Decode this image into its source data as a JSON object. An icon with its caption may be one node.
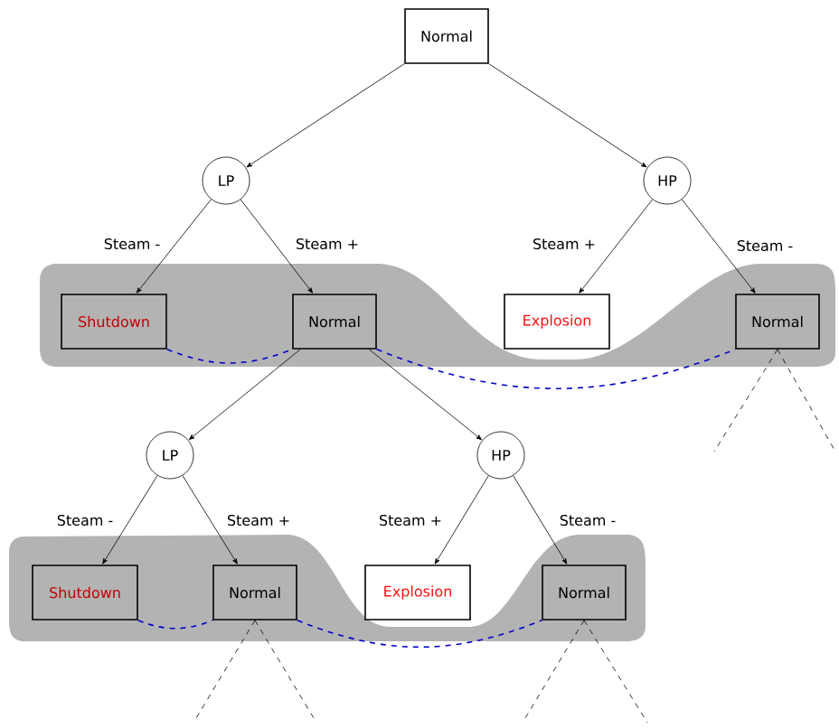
{
  "diagram": {
    "nodes": [
      {
        "text": [
          "Normal"
        ]
      },
      {
        "text": [
          "LP"
        ]
      },
      {
        "text": [
          "HP"
        ]
      },
      {
        "text": [
          "Shutdown"
        ]
      },
      {
        "text": [
          "Normal"
        ]
      },
      {
        "text": [
          "Explosion"
        ]
      },
      {
        "text": [
          "Normal"
        ]
      },
      {
        "text": [
          "LP"
        ]
      },
      {
        "text": [
          "HP"
        ]
      },
      {
        "text": [
          "Shutdown"
        ]
      },
      {
        "text": [
          "Normal"
        ]
      },
      {
        "text": [
          "Explosion"
        ]
      },
      {
        "text": [
          "Normal"
        ]
      }
    ],
    "edges": [
      {
        "from": 0,
        "to": 1,
        "arrow": "to"
      },
      {
        "from": 0,
        "to": 2,
        "arrow": "to"
      },
      {
        "from": 1,
        "to": 3,
        "arrow": "to",
        "label": "Steam -"
      },
      {
        "from": 1,
        "to": 4,
        "arrow": "to",
        "label": "Steam +"
      },
      {
        "from": 2,
        "to": 5,
        "arrow": "to",
        "label": "Steam +"
      },
      {
        "from": 2,
        "to": 6,
        "arrow": "to",
        "label": "Steam -"
      },
      {
        "from": 4,
        "to": 7,
        "arrow": "to"
      },
      {
        "from": 4,
        "to": 8,
        "arrow": "to"
      },
      {
        "from": 7,
        "to": 9,
        "arrow": "to",
        "label": "Steam -"
      },
      {
        "from": 7,
        "to": 10,
        "arrow": "to",
        "label": "Steam +"
      },
      {
        "from": 8,
        "to": 11,
        "arrow": "to",
        "label": "Steam +"
      },
      {
        "from": 8,
        "to": 12,
        "arrow": "to",
        "label": "Steam -"
      },
      {
        "from": 3,
        "to": 4,
        "arrow": "none",
        "style": "dashed",
        "color": "#0000cc"
      },
      {
        "from": 4,
        "to": 6,
        "arrow": "none",
        "style": "dashed",
        "color": "#0000cc"
      },
      {
        "from": 9,
        "to": 10,
        "arrow": "none",
        "style": "dashed",
        "color": "#0000cc"
      },
      {
        "from": 10,
        "to": 12,
        "arrow": "none",
        "style": "dashed",
        "color": "#0000cc"
      },
      {
        "from": 6,
        "to": null,
        "arrow": "none",
        "style": "dashed"
      },
      {
        "from": 6,
        "to": null,
        "arrow": "none",
        "style": "dashed"
      },
      {
        "from": 10,
        "to": null,
        "arrow": "none",
        "style": "dashed"
      },
      {
        "from": 10,
        "to": null,
        "arrow": "none",
        "style": "dashed"
      },
      {
        "from": 12,
        "to": null,
        "arrow": "none",
        "style": "dashed"
      },
      {
        "from": 12,
        "to": null,
        "arrow": "none",
        "style": "dashed"
      }
    ]
  }
}
